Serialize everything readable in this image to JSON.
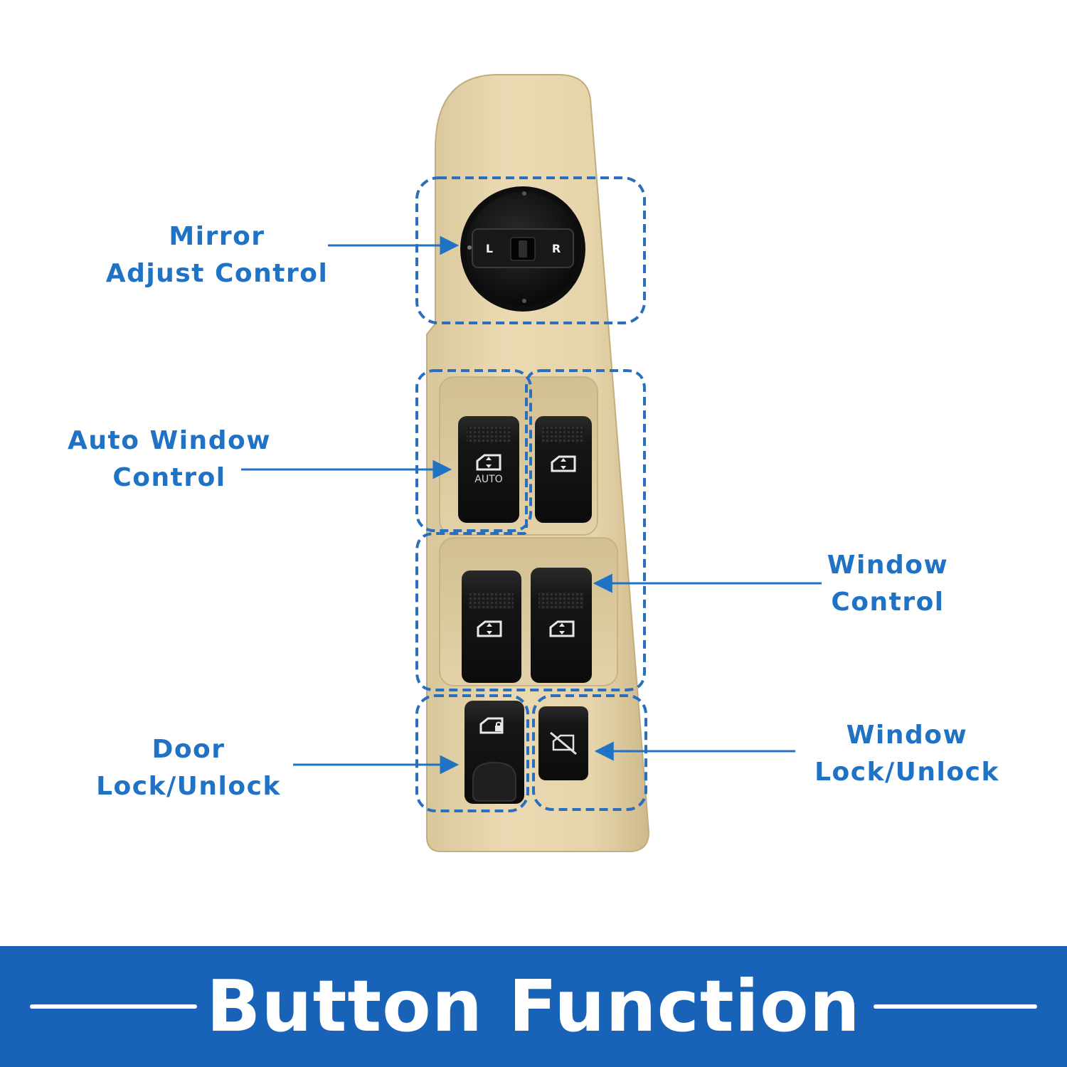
{
  "callouts": {
    "mirror": [
      "Mirror",
      "Adjust Control"
    ],
    "auto_window": [
      "Auto Window",
      "Control"
    ],
    "window": [
      "Window",
      "Control"
    ],
    "door_lock": [
      "Door",
      "Lock/Unlock"
    ],
    "window_lock": [
      "Window",
      "Lock/Unlock"
    ]
  },
  "switch_labels": {
    "mirror_left": "L",
    "mirror_right": "R",
    "auto": "AUTO"
  },
  "banner": {
    "title": "Button Function"
  },
  "colors": {
    "accent": "#1f72c4",
    "banner": "#1863b8",
    "panel": "#e6d6ae",
    "switch": "#141414"
  }
}
